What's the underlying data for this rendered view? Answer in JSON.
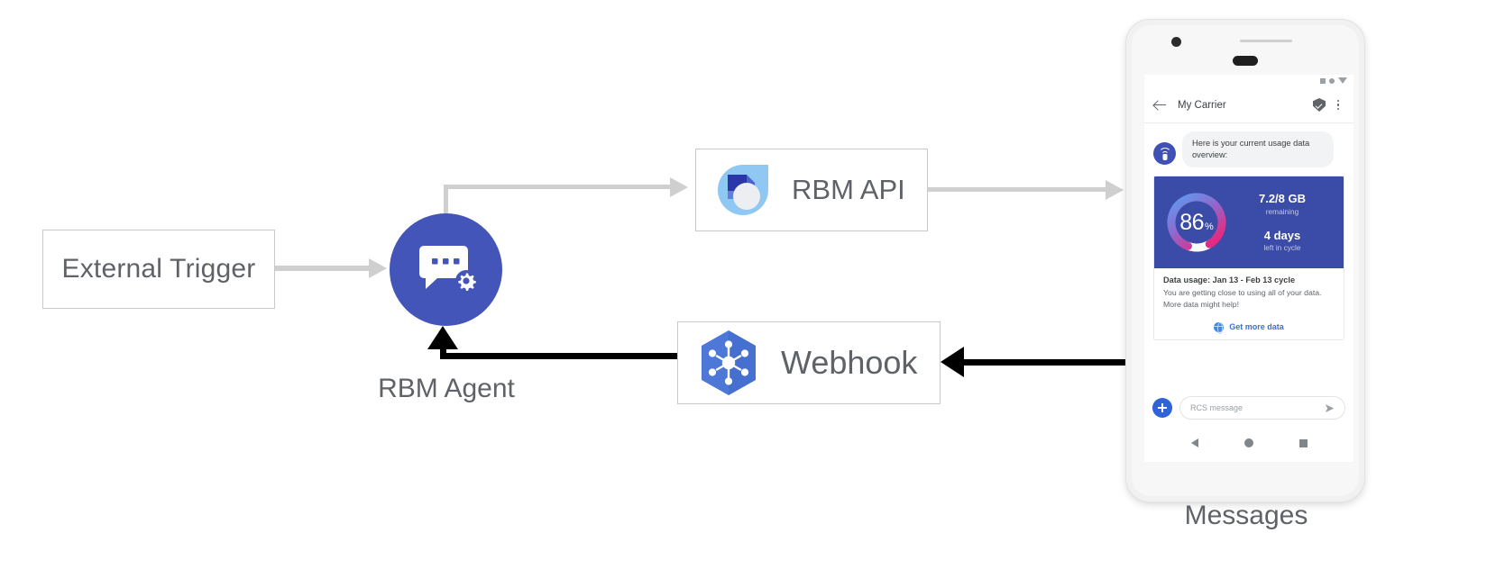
{
  "diagram": {
    "nodes": {
      "external_trigger": {
        "label": "External Trigger"
      },
      "rbm_agent": {
        "caption": "RBM Agent",
        "icon": "chat-gear-icon",
        "color": "#4355b9"
      },
      "rbm_api": {
        "label": "RBM API",
        "icon": "rbm-droplet-icon"
      },
      "webhook": {
        "label": "Webhook",
        "icon": "webhook-hexagon-icon",
        "color": "#4d78d8"
      },
      "messages": {
        "caption": "Messages"
      }
    },
    "connector_colors": {
      "light": "#cfcfcf",
      "dark": "#000000"
    }
  },
  "phone": {
    "status_bar": {
      "icons": [
        "square-icon",
        "circle-icon",
        "signal-triangle-icon"
      ]
    },
    "app_bar": {
      "back_icon": "back-arrow-icon",
      "title": "My Carrier",
      "verified_icon": "verified-shield-icon",
      "more_icon": "overflow-menu-icon"
    },
    "conversation": {
      "bot_avatar_icon": "wifi-router-icon",
      "message": "Here is your current usage data overview:",
      "rich_card": {
        "gauge": {
          "value": "86",
          "unit": "%",
          "percent": 86,
          "track_color": "#4f5fae",
          "gradient_from": "#5b9df0",
          "gradient_mid": "#8e6ad0",
          "gradient_to": "#e8277f",
          "remainder_color": "#ffffff"
        },
        "stats": [
          {
            "value": "7.2/8 GB",
            "sub": "remaining"
          },
          {
            "value": "4 days",
            "sub": "left in cycle"
          }
        ],
        "title": "Data usage: Jan 13 - Feb 13 cycle",
        "description": "You are getting close to using all of your data. More data might help!",
        "action": {
          "icon": "globe-icon",
          "label": "Get more data",
          "color": "#3b6fd4"
        },
        "background": "#3b4ba8"
      }
    },
    "composer": {
      "add_icon": "plus-icon",
      "placeholder": "RCS message",
      "value": "",
      "send_icon": "send-arrow-icon"
    },
    "nav_bar": {
      "back_icon": "nav-back-icon",
      "home_icon": "nav-home-icon",
      "recents_icon": "nav-recents-icon"
    }
  }
}
